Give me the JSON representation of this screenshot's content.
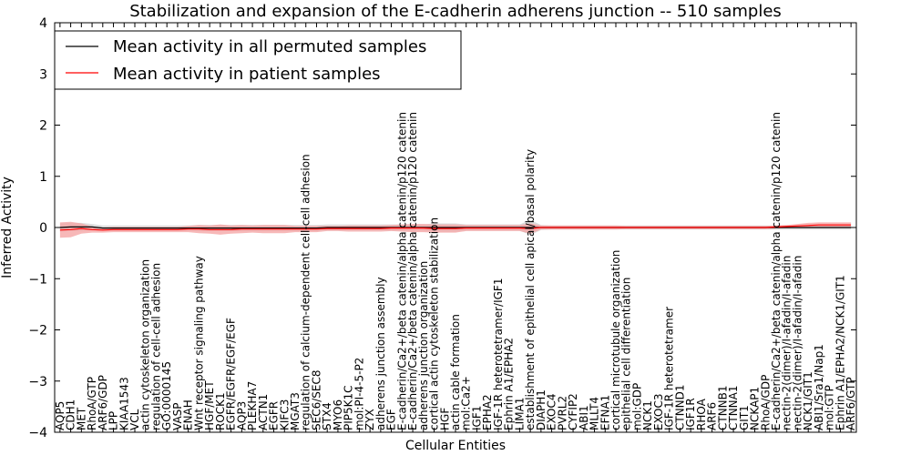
{
  "chart_data": {
    "type": "line",
    "title": "Stabilization and expansion of the E-cadherin adherens junction -- 510 samples",
    "xlabel": "Cellular Entities",
    "ylabel": "Inferred Activity",
    "ylim": [
      -4,
      4
    ],
    "yticks": [
      4,
      3,
      2,
      1,
      0,
      -1,
      -2,
      -3,
      -4
    ],
    "ytick_labels": [
      "4",
      "3",
      "2",
      "1",
      "0",
      "−1",
      "−2",
      "−3",
      "−4"
    ],
    "grid": false,
    "legend_position": "top-left",
    "categories": [
      "AQP5",
      "CDH1",
      "MET",
      "RhoA/GTP",
      "ARF6/GDP",
      "LPP",
      "KIAA1543",
      "VCL",
      "actin cytoskeleton organization",
      "regulation of cell-cell adhesion",
      "GO:0000145",
      "VASP",
      "ENAH",
      "Wnt receptor signaling pathway",
      "HGF/MET",
      "ROCK1",
      "EGFR/EGFR/EGF/EGF",
      "AQP3",
      "PLEKHA7",
      "ACTN1",
      "EGFR",
      "KIFC3",
      "MGAT3",
      "regulation of calcium-dependent cell-cell adhesion",
      "SEC6/SEC8",
      "STX4",
      "MYO6",
      "PIP5K1C",
      "mol:PI-4-5-P2",
      "ZYX",
      "adherens junction assembly",
      "EGF",
      "E-cadherin/Ca2+/beta catenin/alpha catenin/p120 catenin",
      "E-cadherin/Ca2+/beta catenin/alpha catenin/p120 catenin",
      "adherens junction organization",
      "cortical actin cytoskeleton stabilization",
      "HGF",
      "actin cable formation",
      "mol:Ca2+",
      "IGF1",
      "EPHA2",
      "IGF-1R heterotetramer/IGF1",
      "Ephrin A1/EPHA2",
      "LIMA1",
      "establishment of epithelial cell apical/basal polarity",
      "DIAPH1",
      "EXOC4",
      "PVRL2",
      "CYFIP2",
      "ABI1",
      "MLLT4",
      "EFNA1",
      "cortical microtubule organization",
      "epithelial cell differentiation",
      "mol:GDP",
      "NCK1",
      "EXOC3",
      "IGF-1R heterotetramer",
      "CTNND1",
      "IGF1R",
      "RHOA",
      "ARF6",
      "CTNNB1",
      "CTNNA1",
      "GIT1",
      "NCKAP1",
      "RhoA/GDP",
      "E-cadherin/Ca2+/beta catenin/alpha catenin/p120 catenin",
      "nectin-2(dimer)/I-afadin/I-afadin",
      "nectin-2(dimer)/I-afadin/I-afadin",
      "NCK1/GIT1",
      "ABI1/Sra1/Nap1",
      "mol:GTP",
      "Ephrin A1/EPHA2/NCK1/GIT1",
      "ARF6/GTP"
    ],
    "series": [
      {
        "name": "Mean activity in all permuted samples",
        "color": "#000000",
        "band_color": "#c8c8c8",
        "values": [
          0,
          0.01,
          0.01,
          0.01,
          -0.01,
          -0.01,
          -0.01,
          -0.01,
          -0.01,
          -0.01,
          -0.01,
          -0.01,
          -0.01,
          -0.01,
          -0.01,
          -0.01,
          -0.01,
          -0.01,
          -0.01,
          -0.01,
          -0.01,
          -0.01,
          -0.01,
          -0.01,
          -0.01,
          0,
          0,
          0,
          0,
          0,
          0,
          0,
          0,
          0,
          0,
          0,
          0,
          0,
          0,
          0,
          0,
          0,
          0,
          0,
          0,
          0,
          0,
          0,
          0,
          0,
          0,
          0,
          0,
          0,
          0,
          0,
          0,
          0,
          0,
          0,
          0,
          0,
          0,
          0,
          0,
          0,
          0,
          0,
          0,
          0,
          0,
          0,
          0,
          0,
          0
        ],
        "band": [
          0.08,
          0.08,
          0.08,
          0.06,
          0.05,
          0.05,
          0.05,
          0.05,
          0.05,
          0.05,
          0.05,
          0.05,
          0.05,
          0.06,
          0.06,
          0.06,
          0.06,
          0.06,
          0.06,
          0.06,
          0.06,
          0.06,
          0.06,
          0.06,
          0.06,
          0.06,
          0.06,
          0.06,
          0.06,
          0.06,
          0.06,
          0.06,
          0.06,
          0.06,
          0.06,
          0.08,
          0.08,
          0.08,
          0.06,
          0.06,
          0.06,
          0.06,
          0.06,
          0.06,
          0.15,
          0.05,
          0.04,
          0.04,
          0.04,
          0.04,
          0.04,
          0.04,
          0.04,
          0.04,
          0.04,
          0.04,
          0.04,
          0.04,
          0.04,
          0.04,
          0.04,
          0.04,
          0.04,
          0.04,
          0.04,
          0.04,
          0.04,
          0.04,
          0.04,
          0.04,
          0.04,
          0.04,
          0.04,
          0.04,
          0.04
        ]
      },
      {
        "name": "Mean activity in patient samples",
        "color": "#ff0000",
        "band_color": "#f4a0a0",
        "values": [
          -0.05,
          -0.04,
          -0.02,
          -0.04,
          -0.05,
          -0.04,
          -0.04,
          -0.04,
          -0.04,
          -0.04,
          -0.04,
          -0.04,
          -0.03,
          -0.03,
          -0.04,
          -0.04,
          -0.04,
          -0.03,
          -0.03,
          -0.03,
          -0.03,
          -0.03,
          -0.03,
          -0.03,
          -0.03,
          -0.02,
          -0.02,
          -0.02,
          -0.02,
          -0.02,
          -0.02,
          -0.01,
          -0.01,
          -0.01,
          -0.01,
          -0.02,
          -0.02,
          -0.02,
          -0.01,
          -0.01,
          -0.01,
          -0.01,
          -0.01,
          -0.01,
          -0.02,
          0,
          0,
          0,
          0,
          0,
          0,
          0,
          0,
          0,
          0,
          0,
          0,
          0,
          0,
          0,
          0,
          0,
          0,
          0,
          0,
          0,
          0,
          0.01,
          0.02,
          0.03,
          0.04,
          0.05,
          0.05,
          0.05,
          0.05
        ],
        "band": [
          0.15,
          0.15,
          0.1,
          0.06,
          0.05,
          0.05,
          0.05,
          0.05,
          0.05,
          0.05,
          0.05,
          0.05,
          0.06,
          0.08,
          0.08,
          0.1,
          0.08,
          0.08,
          0.07,
          0.08,
          0.08,
          0.08,
          0.06,
          0.06,
          0.06,
          0.05,
          0.05,
          0.06,
          0.06,
          0.06,
          0.06,
          0.06,
          0.07,
          0.08,
          0.08,
          0.08,
          0.08,
          0.08,
          0.06,
          0.06,
          0.06,
          0.06,
          0.06,
          0.06,
          0.1,
          0.04,
          0.04,
          0.04,
          0.04,
          0.04,
          0.04,
          0.04,
          0.04,
          0.03,
          0.03,
          0.03,
          0.03,
          0.03,
          0.03,
          0.03,
          0.03,
          0.03,
          0.03,
          0.03,
          0.03,
          0.03,
          0.03,
          0.03,
          0.03,
          0.04,
          0.05,
          0.05,
          0.05,
          0.05,
          0.05
        ]
      }
    ]
  }
}
